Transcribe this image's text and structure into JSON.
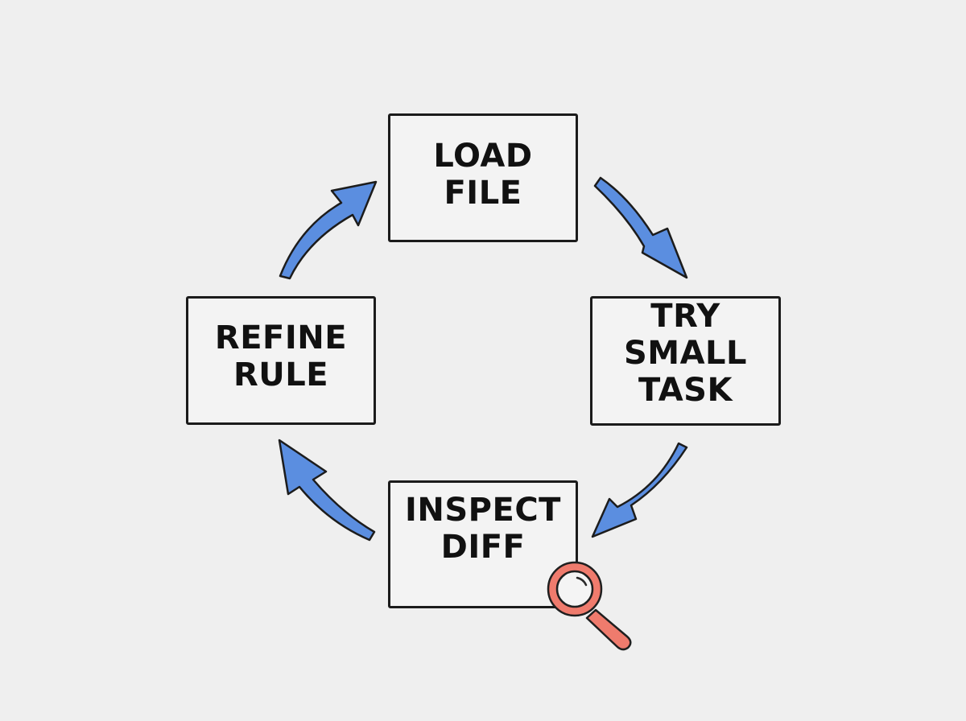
{
  "diagram": {
    "nodes": [
      {
        "id": "load-file",
        "lines": [
          "LOAD",
          "FILE"
        ]
      },
      {
        "id": "try-small-task",
        "lines": [
          "TRY",
          "SMALL",
          "TASK"
        ]
      },
      {
        "id": "inspect-diff",
        "lines": [
          "INSPECT",
          "DIFF"
        ]
      },
      {
        "id": "refine-rule",
        "lines": [
          "REFINE",
          "RULE"
        ]
      }
    ],
    "edges": [
      {
        "from": "load-file",
        "to": "try-small-task"
      },
      {
        "from": "try-small-task",
        "to": "inspect-diff"
      },
      {
        "from": "inspect-diff",
        "to": "refine-rule"
      },
      {
        "from": "refine-rule",
        "to": "load-file"
      }
    ],
    "icons": [
      {
        "name": "magnifying-glass-icon",
        "attached_to": "inspect-diff"
      }
    ],
    "colors": {
      "background": "#efefef",
      "arrow_fill": "#5b8ee0",
      "arrow_outline": "#1c1c1c",
      "box_outline": "#1b1b1b",
      "magnifier": "#ef7b6d"
    }
  }
}
